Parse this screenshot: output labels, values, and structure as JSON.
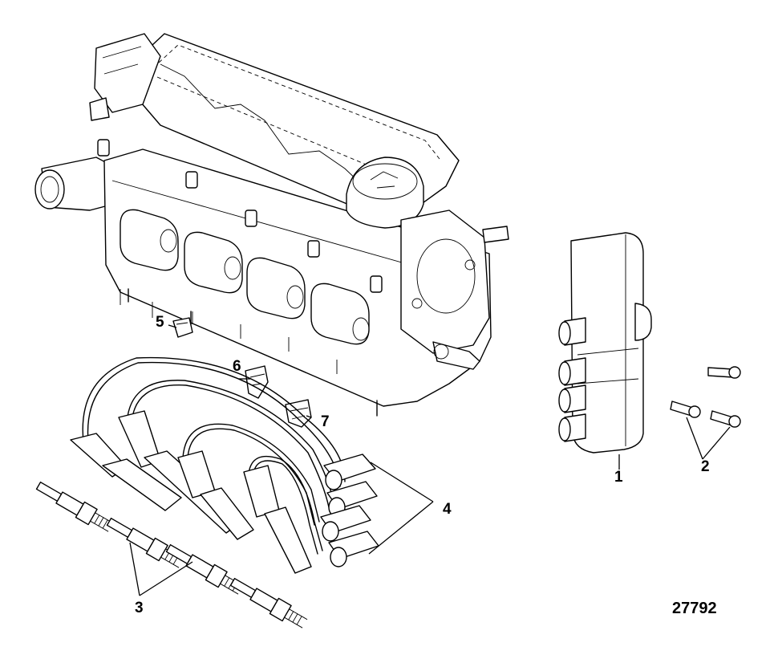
{
  "callouts": {
    "c1": "1",
    "c2": "2",
    "c3": "3",
    "c4": "4",
    "c5": "5",
    "c6": "6",
    "c7": "7"
  },
  "figure_number": "27792",
  "colors": {
    "line": "#000000",
    "background": "#ffffff"
  }
}
